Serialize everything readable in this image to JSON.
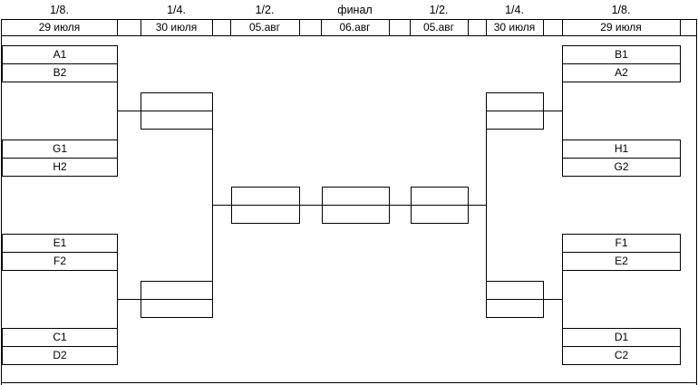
{
  "rounds_left": [
    "1/8.",
    "1/4.",
    "1/2."
  ],
  "round_final": "финал",
  "rounds_right": [
    "1/2.",
    "1/4.",
    "1/8."
  ],
  "dates_left": [
    "29 июля",
    "30 июля",
    "05.авг"
  ],
  "date_final": "06.авг",
  "dates_right": [
    "05.авг",
    "30 июля",
    "29 июля"
  ],
  "left_r16": [
    "A1",
    "B2",
    "G1",
    "H2",
    "E1",
    "F2",
    "C1",
    "D2"
  ],
  "right_r16": [
    "B1",
    "A2",
    "H1",
    "G2",
    "F1",
    "E2",
    "D1",
    "C2"
  ]
}
